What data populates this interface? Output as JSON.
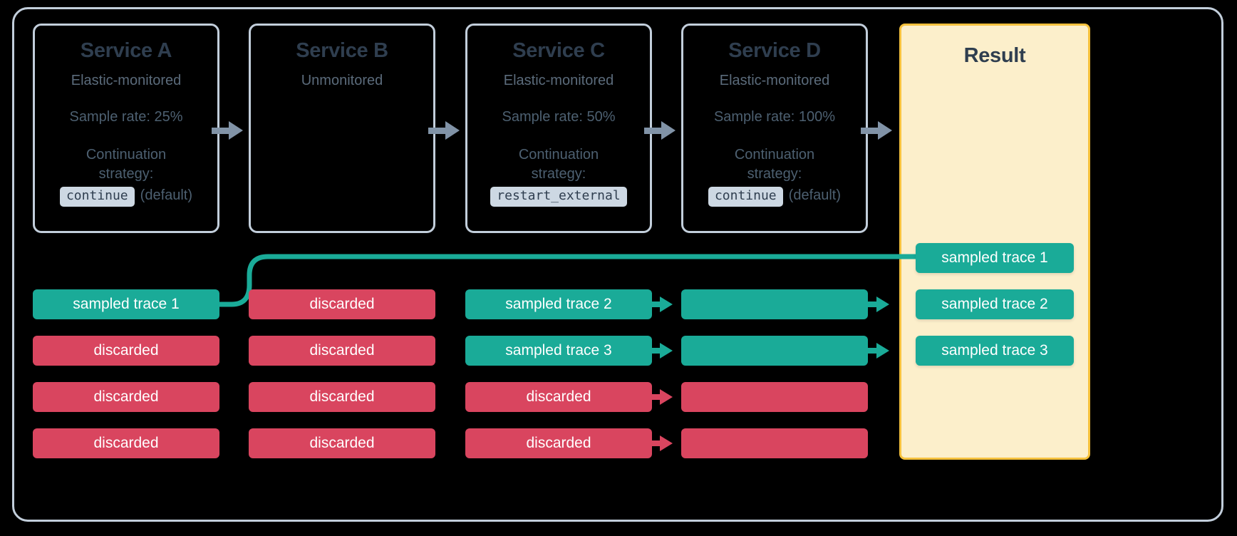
{
  "colors": {
    "background": "#000000",
    "frame_border": "#c2cedb",
    "card_border": "#c2cedb",
    "title_text": "#2f3e4f",
    "body_text": "#4d6071",
    "chip_bg": "#cdd8e3",
    "flow_arrow": "#8193a7",
    "sampled": "#1aab98",
    "discarded": "#d9455f",
    "result_bg": "#fcefcb",
    "result_border": "#f5c13d"
  },
  "services": [
    {
      "title": "Service A",
      "monitoring": "Elastic-monitored",
      "sample_rate": "Sample rate: 25%",
      "strategy_label": "Continuation strategy:",
      "strategy_value": "continue",
      "strategy_note": "(default)"
    },
    {
      "title": "Service B",
      "monitoring": "Unmonitored",
      "sample_rate": "",
      "strategy_label": "",
      "strategy_value": "",
      "strategy_note": ""
    },
    {
      "title": "Service C",
      "monitoring": "Elastic-monitored",
      "sample_rate": "Sample rate: 50%",
      "strategy_label": "Continuation strategy:",
      "strategy_value": "restart_external",
      "strategy_note": ""
    },
    {
      "title": "Service D",
      "monitoring": "Elastic-monitored",
      "sample_rate": "Sample rate: 100%",
      "strategy_label": "Continuation strategy:",
      "strategy_value": "continue",
      "strategy_note": "(default)"
    }
  ],
  "result": {
    "title": "Result",
    "items": [
      {
        "label": "sampled trace 1",
        "state": "sampled"
      },
      {
        "label": "sampled trace 2",
        "state": "sampled"
      },
      {
        "label": "sampled trace 3",
        "state": "sampled"
      }
    ]
  },
  "trace_columns": [
    {
      "service": "Service A",
      "rows": [
        {
          "label": "sampled trace 1",
          "state": "sampled"
        },
        {
          "label": "discarded",
          "state": "discarded"
        },
        {
          "label": "discarded",
          "state": "discarded"
        },
        {
          "label": "discarded",
          "state": "discarded"
        }
      ]
    },
    {
      "service": "Service B",
      "rows": [
        {
          "label": "discarded",
          "state": "discarded"
        },
        {
          "label": "discarded",
          "state": "discarded"
        },
        {
          "label": "discarded",
          "state": "discarded"
        },
        {
          "label": "discarded",
          "state": "discarded"
        }
      ]
    },
    {
      "service": "Service C",
      "rows": [
        {
          "label": "sampled trace 2",
          "state": "sampled"
        },
        {
          "label": "sampled trace 3",
          "state": "sampled"
        },
        {
          "label": "discarded",
          "state": "discarded"
        },
        {
          "label": "discarded",
          "state": "discarded"
        }
      ]
    },
    {
      "service": "Service D",
      "rows": [
        {
          "label": "",
          "state": "sampled"
        },
        {
          "label": "",
          "state": "sampled"
        },
        {
          "label": "",
          "state": "discarded"
        },
        {
          "label": "",
          "state": "discarded"
        }
      ]
    }
  ]
}
